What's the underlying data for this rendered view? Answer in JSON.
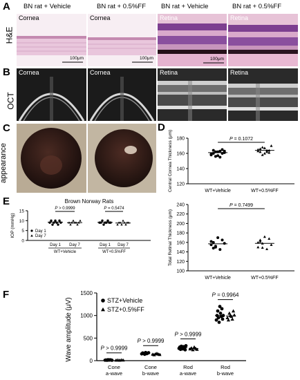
{
  "panel_labels": [
    "A",
    "B",
    "C",
    "D",
    "E",
    "F"
  ],
  "row_labels": {
    "he": "H&E",
    "oct": "OCT",
    "appearance": "appearance"
  },
  "column_titles": [
    "BN rat + Vehicle",
    "BN rat + 0.5%FF",
    "BN rat + Vehicle",
    "BN rat + 0.5%FF"
  ],
  "he_tiles": [
    {
      "label": "Cornea",
      "scale": "100μm"
    },
    {
      "label": "Cornea",
      "scale": "100μm"
    },
    {
      "label": "Retina",
      "scale": "100μm"
    },
    {
      "label": "Retina",
      "scale": ""
    }
  ],
  "oct_tiles": [
    {
      "label": "Cornea"
    },
    {
      "label": "Cornea"
    },
    {
      "label": "Retina"
    },
    {
      "label": "Retina"
    }
  ],
  "colors": {
    "he_pink": "#e9c6dc",
    "he_purple": "#8a4f9e",
    "oct_dark": "#1b1b1b",
    "eye_bg": "#b9ab95",
    "eye_dark": "#2a1a16"
  },
  "chart_data": [
    {
      "id": "D-top",
      "type": "scatter",
      "ylabel": "Central Cornea Thickness (μm)",
      "ylim": [
        120,
        180
      ],
      "yticks": [
        120,
        140,
        160,
        180
      ],
      "categories": [
        "WT+Vehicle",
        "WT+0.5%FF"
      ],
      "annotation": "P = 0.1072",
      "series": [
        {
          "values": [
            158,
            160,
            162,
            157,
            163,
            165,
            161,
            159,
            164,
            156,
            162,
            155,
            160,
            163
          ],
          "mean": 161
        },
        {
          "values": [
            165,
            162,
            168,
            160,
            164,
            161,
            170,
            163,
            166,
            158,
            167,
            162,
            164
          ],
          "mean": 164
        }
      ]
    },
    {
      "id": "D-bottom",
      "type": "scatter",
      "ylabel": "Total Retinal Thickness (μm)",
      "ylim": [
        100,
        240
      ],
      "yticks": [
        100,
        120,
        140,
        160,
        180,
        200,
        220,
        240
      ],
      "categories": [
        "WT+Vehicle",
        "WT+0.5%FF"
      ],
      "annotation": "P = 0.7499",
      "series": [
        {
          "values": [
            155,
            160,
            150,
            170,
            145,
            165,
            158,
            162,
            148,
            152
          ],
          "mean": 157
        },
        {
          "values": [
            150,
            165,
            158,
            172,
            146,
            168,
            155,
            160,
            162,
            149
          ],
          "mean": 158
        }
      ]
    },
    {
      "id": "E",
      "type": "scatter",
      "title": "Brown Norway Rats",
      "ylabel": "IOP (mmHg)",
      "ylim": [
        0,
        15
      ],
      "yticks": [
        0,
        5,
        10,
        15
      ],
      "categories": [
        "Day 1",
        "Day 7",
        "Day 1",
        "Day 7"
      ],
      "group_labels": [
        "WT+Vehicle",
        "WT+0.5%FF"
      ],
      "legend": [
        "Day 1",
        "Day 7"
      ],
      "annotations": [
        "P > 0.9999",
        "P = 0.5474"
      ],
      "series": [
        {
          "values": [
            9,
            10,
            8,
            9,
            10,
            9,
            8,
            10,
            9
          ],
          "mean": 9.2
        },
        {
          "values": [
            9,
            8,
            9,
            10,
            9,
            9,
            8,
            9,
            10
          ],
          "mean": 9.0
        },
        {
          "values": [
            9,
            9,
            10,
            8,
            9,
            9,
            10,
            9,
            9
          ],
          "mean": 9.1
        },
        {
          "values": [
            8,
            9,
            9,
            8,
            10,
            9,
            8,
            9,
            9
          ],
          "mean": 8.8
        }
      ]
    },
    {
      "id": "F",
      "type": "scatter",
      "ylabel": "Wave amplitude (μV)",
      "ylim": [
        0,
        1500
      ],
      "yticks": [
        0,
        500,
        1000,
        1500
      ],
      "categories": [
        "Cone\na-wave",
        "Cone\nb-wave",
        "Rod\na-wave",
        "Rod\nb-wave"
      ],
      "legend": [
        "STZ+Vehicle",
        "STZ+0.5%FF"
      ],
      "annotations": [
        "P > 0.9999",
        "P > 0.9999",
        "P > 0.9999",
        "P = 0.9964"
      ],
      "series": [
        {
          "name": "STZ+Vehicle",
          "groups": [
            [
              10,
              15,
              8,
              20,
              12,
              18,
              14,
              9
            ],
            [
              150,
              170,
              160,
              140,
              180,
              155,
              165,
              175
            ],
            [
              270,
              300,
              250,
              320,
              280,
              260,
              310,
              290,
              240,
              330
            ],
            [
              900,
              1000,
              1100,
              950,
              850,
              1200,
              1050,
              980,
              1150,
              920,
              1000
            ]
          ],
          "means": [
            13,
            162,
            285,
            1000
          ]
        },
        {
          "name": "STZ+0.5%FF",
          "groups": [
            [
              10,
              14,
              8,
              16,
              12
            ],
            [
              140,
              130,
              150,
              160,
              145,
              135
            ],
            [
              260,
              280,
              240,
              300,
              270,
              250
            ],
            [
              950,
              900,
              1050,
              1000,
              980,
              920,
              1100,
              1010
            ]
          ],
          "means": [
            12,
            143,
            267,
            990
          ]
        }
      ]
    }
  ]
}
